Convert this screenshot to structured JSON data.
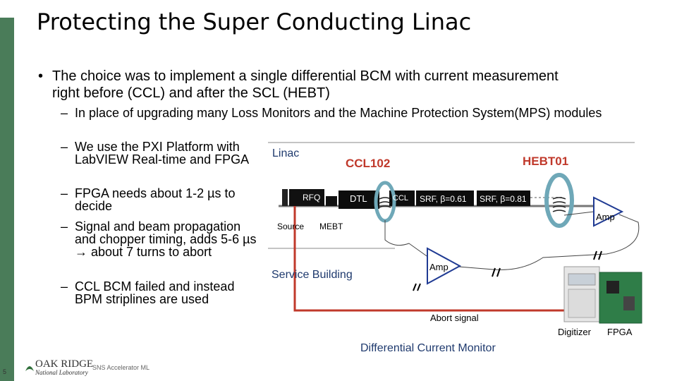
{
  "slide": {
    "title": "Protecting the Super Conducting Linac",
    "bullet": "The choice was to implement a single differential BCM with current measurement right before (CCL) and after the SCL (HEBT)",
    "sub_bullets": [
      "In place of upgrading many Loss Monitors and the Machine Protection System(MPS) modules",
      "We use the PXI Platform with LabVIEW Real-time and FPGA",
      "FPGA needs about 1-2 µs to decide",
      "Signal and beam propagation and chopper timing, adds 5-6 µs → about 7 turns to abort",
      "CCL BCM failed and instead BPM striplines are used"
    ]
  },
  "diagram": {
    "linac": "Linac",
    "ccl102": "CCL102",
    "hebt01": "HEBT01",
    "rfq": "RFQ",
    "dtl": "DTL",
    "ccl": "CCL",
    "srf1": "SRF, β=0.61",
    "srf2": "SRF, β=0.81",
    "source": "Source",
    "mebt": "MEBT",
    "service_building": "Service Building",
    "amp1": "Amp",
    "amp2": "Amp",
    "abort_signal": "Abort signal",
    "digitizer": "Digitizer",
    "fpga": "FPGA",
    "caption": "Differential Current Monitor",
    "colors": {
      "red_accent": "#c0392b",
      "amp_blue": "#1f3a93",
      "coil_teal": "#6fa8b8",
      "green_sidebar": "#4a7c59"
    }
  },
  "footer": {
    "logo_main": "OAK RIDGE",
    "logo_sub": "National Laboratory",
    "text": "SNS Accelerator ML",
    "page": "5"
  }
}
